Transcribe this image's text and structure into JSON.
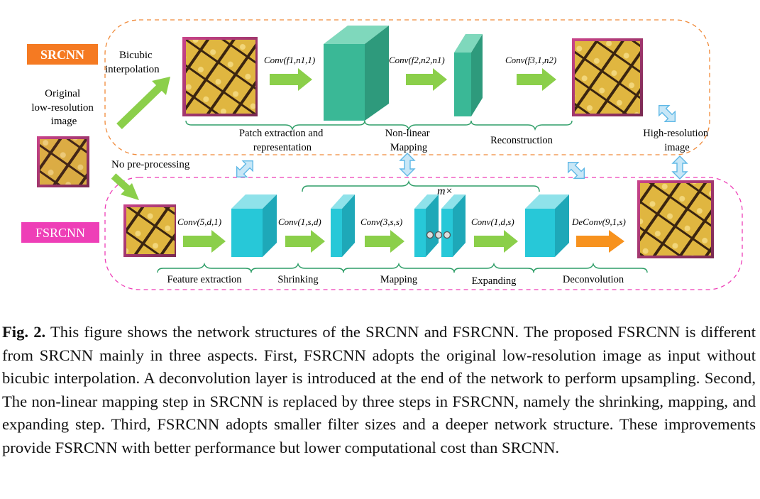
{
  "srcnn": {
    "badge": "SRCNN",
    "input_label": [
      "Bicubic",
      "interpolation"
    ],
    "layers": [
      "Conv(f1,n1,1)",
      "Conv(f2,n2,n1)",
      "Conv(f3,1,n2)"
    ],
    "stages": {
      "patch": [
        "Patch extraction and",
        "representation"
      ],
      "nonlinear": [
        "Non-linear",
        "Mapping"
      ],
      "reconstruction": [
        "Reconstruction"
      ]
    }
  },
  "original_image_label": [
    "Original",
    "low-resolution",
    "image"
  ],
  "no_preprocessing": "No pre-processing",
  "high_res_label": [
    "High-resolution",
    "image"
  ],
  "fsrcnn": {
    "badge": "FSRCNN",
    "repeat": "m×",
    "layers": [
      "Conv(5,d,1)",
      "Conv(1,s,d)",
      "Conv(3,s,s)",
      "Conv(1,d,s)",
      "DeConv(9,1,s)"
    ],
    "stages": [
      "Feature extraction",
      "Shrinking",
      "Mapping",
      "Expanding",
      "Deconvolution"
    ]
  },
  "caption": {
    "label": "Fig. 2.",
    "text": "This figure shows the network structures of the SRCNN and FSRCNN. The proposed FSRCNN is different from SRCNN mainly in three aspects. First, FSRCNN adopts the original low-resolution image as input without bicubic interpolation. A deconvolution layer is introduced at the end of the network to perform upsampling. Second, The non-linear mapping step in SRCNN is replaced by three steps in FSRCNN, namely the shrinking, mapping, and expanding step. Third, FSRCNN adopts smaller filter sizes and a deeper network structure. These improvements provide FSRCNN with better performance but lower computational cost than SRCNN."
  },
  "colors": {
    "srcnn_badge": "#f57a22",
    "fsrcnn_badge": "#ee3fb7",
    "srcnn_block": "#3ab896",
    "fsrcnn_block": "#27c8d8",
    "arrow_green": "#8bcf4a",
    "arrow_orange": "#f7921e",
    "brace": "#2f9e68",
    "double_arrow": "#5fb8e6"
  }
}
